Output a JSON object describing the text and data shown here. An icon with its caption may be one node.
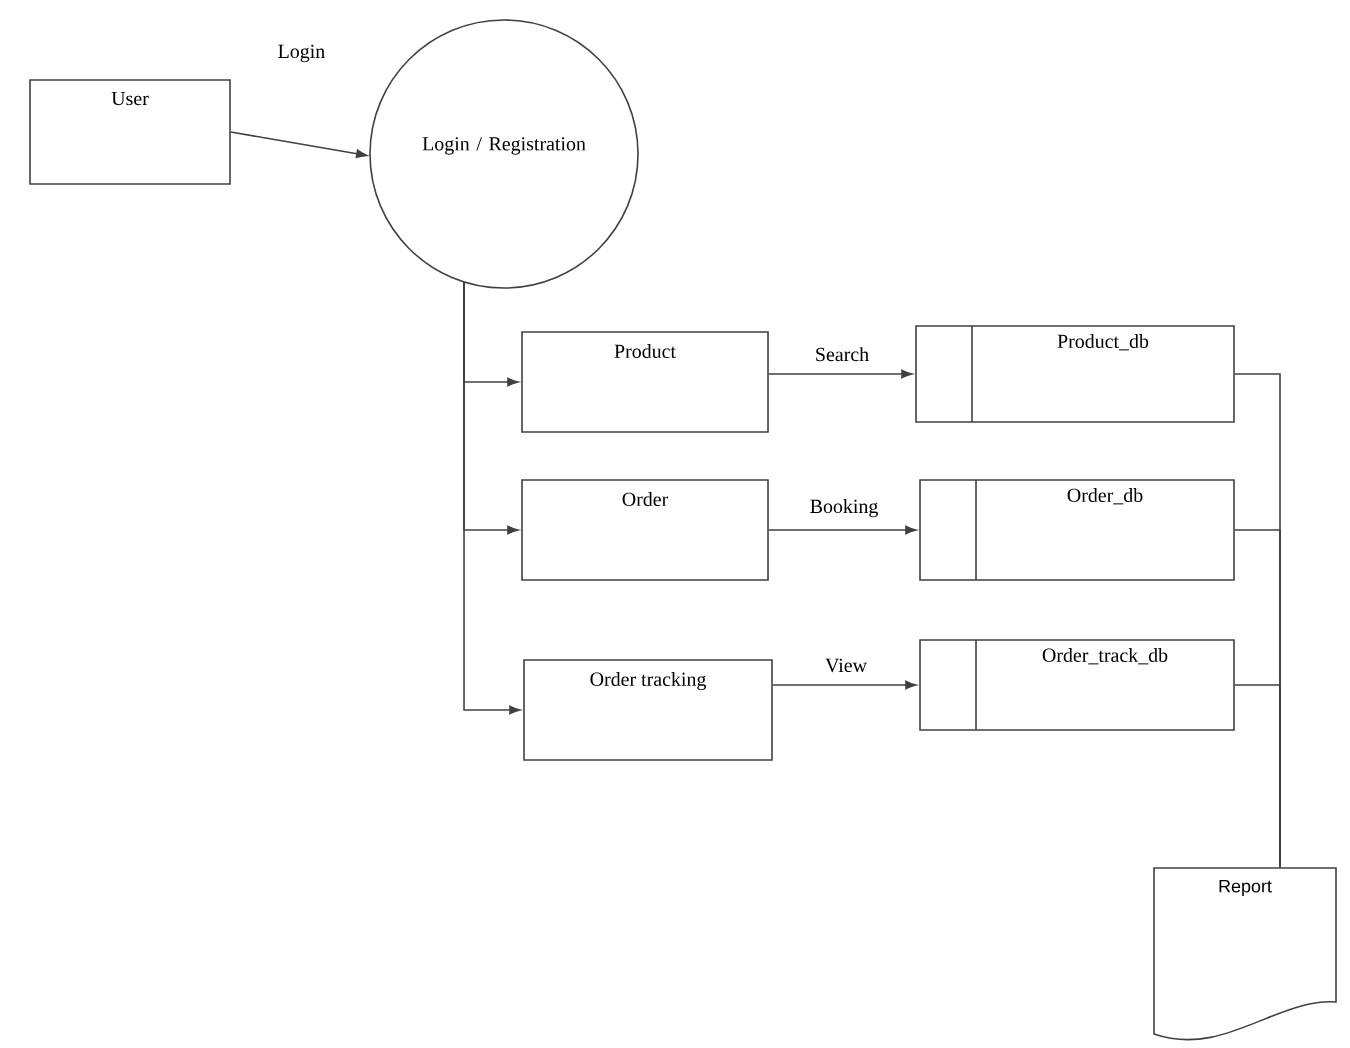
{
  "diagram": {
    "nodes": [
      {
        "text": [
          "User"
        ]
      },
      {
        "text": [
          "Login / Registration"
        ]
      },
      {
        "text": [
          "Product"
        ]
      },
      {
        "text": [
          "Order"
        ]
      },
      {
        "text": [
          "Order tracking"
        ]
      },
      {
        "text": [
          "Product_db"
        ]
      },
      {
        "text": [
          "Order_db"
        ]
      },
      {
        "text": [
          "Order_track_db"
        ]
      },
      {
        "text": [
          "Report"
        ]
      }
    ],
    "edges": [
      {
        "from": 0,
        "to": 1,
        "arrow": "to",
        "label": "Login"
      },
      {
        "from": 1,
        "to": 2,
        "arrow": "to"
      },
      {
        "from": 1,
        "to": 3,
        "arrow": "to"
      },
      {
        "from": 1,
        "to": 4,
        "arrow": "to"
      },
      {
        "from": 2,
        "to": 5,
        "arrow": "to",
        "label": "Search"
      },
      {
        "from": 3,
        "to": 6,
        "arrow": "to",
        "label": "Booking"
      },
      {
        "from": 4,
        "to": 7,
        "arrow": "to",
        "label": "View"
      },
      {
        "from": 5,
        "to": 8,
        "arrow": "none"
      },
      {
        "from": 6,
        "to": 8,
        "arrow": "none"
      },
      {
        "from": 7,
        "to": 8,
        "arrow": "none"
      }
    ]
  }
}
